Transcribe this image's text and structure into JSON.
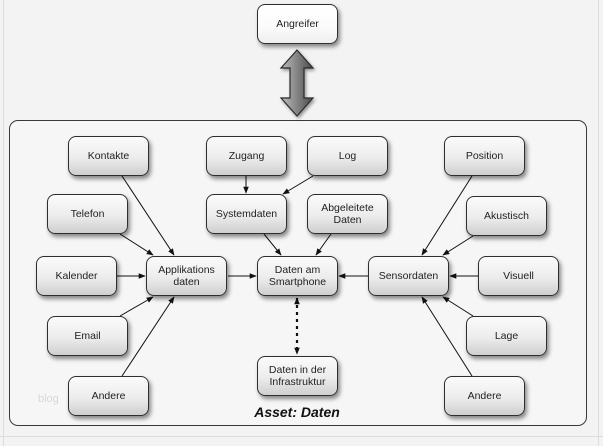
{
  "diagram": {
    "title": "Asset: Daten",
    "watermark": "blog",
    "attacker": {
      "label": "Angreifer"
    },
    "nodes": {
      "kontakte": "Kontakte",
      "zugang": "Zugang",
      "log": "Log",
      "position": "Position",
      "telefon": "Telefon",
      "systemdaten": "Systemdaten",
      "abgeleitete_daten": "Abgeleitete Daten",
      "akustisch": "Akustisch",
      "kalender": "Kalender",
      "applikationsdaten": "Applikations daten",
      "daten_am_smartphone": "Daten am Smartphone",
      "sensordaten": "Sensordaten",
      "visuell": "Visuell",
      "email": "Email",
      "lage": "Lage",
      "andere_left": "Andere",
      "daten_infrastruktur": "Daten in der Infrastruktur",
      "andere_right": "Andere"
    },
    "edges": [
      {
        "from": "Kontakte",
        "to": "Applikations daten",
        "style": "solid"
      },
      {
        "from": "Telefon",
        "to": "Applikations daten",
        "style": "solid"
      },
      {
        "from": "Kalender",
        "to": "Applikations daten",
        "style": "solid"
      },
      {
        "from": "Email",
        "to": "Applikations daten",
        "style": "solid"
      },
      {
        "from": "Andere",
        "to": "Applikations daten",
        "style": "solid"
      },
      {
        "from": "Zugang",
        "to": "Systemdaten",
        "style": "solid"
      },
      {
        "from": "Log",
        "to": "Systemdaten",
        "style": "solid"
      },
      {
        "from": "Systemdaten",
        "to": "Daten am Smartphone",
        "style": "solid"
      },
      {
        "from": "Abgeleitete Daten",
        "to": "Daten am Smartphone",
        "style": "solid"
      },
      {
        "from": "Applikations daten",
        "to": "Daten am Smartphone",
        "style": "solid"
      },
      {
        "from": "Sensordaten",
        "to": "Daten am Smartphone",
        "style": "solid"
      },
      {
        "from": "Position",
        "to": "Sensordaten",
        "style": "solid"
      },
      {
        "from": "Akustisch",
        "to": "Sensordaten",
        "style": "solid"
      },
      {
        "from": "Visuell",
        "to": "Sensordaten",
        "style": "solid"
      },
      {
        "from": "Lage",
        "to": "Sensordaten",
        "style": "solid"
      },
      {
        "from": "Andere",
        "to": "Sensordaten",
        "style": "solid"
      },
      {
        "from": "Daten am Smartphone",
        "to": "Daten in der Infrastruktur",
        "style": "dashed-bidirectional"
      },
      {
        "from": "Angreifer",
        "to": "Asset: Daten",
        "style": "block-bidirectional"
      }
    ]
  }
}
